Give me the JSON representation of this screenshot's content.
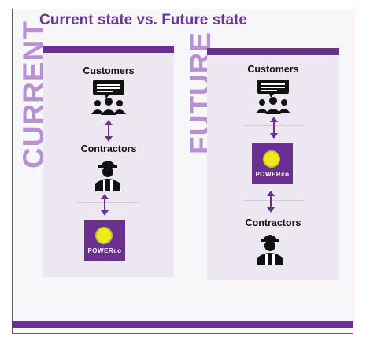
{
  "title": "Current state vs. Future state",
  "current": {
    "side_label": "CURRENT",
    "top_label": "Customers",
    "middle_label": "Contractors",
    "logo_text": "POWERco"
  },
  "future": {
    "side_label": "FUTURE",
    "top_label": "Customers",
    "logo_text": "POWERco",
    "bottom_label": "Contractors"
  },
  "colors": {
    "brand_purple": "#6a2f8f",
    "label_lavender": "#b891d4",
    "panel_bg": "#ede7f1",
    "logo_sun": "#f3e81a"
  },
  "icons": [
    "customers-chat-icon",
    "contractor-worker-icon",
    "arrow-updown-icon",
    "powerco-logo"
  ]
}
